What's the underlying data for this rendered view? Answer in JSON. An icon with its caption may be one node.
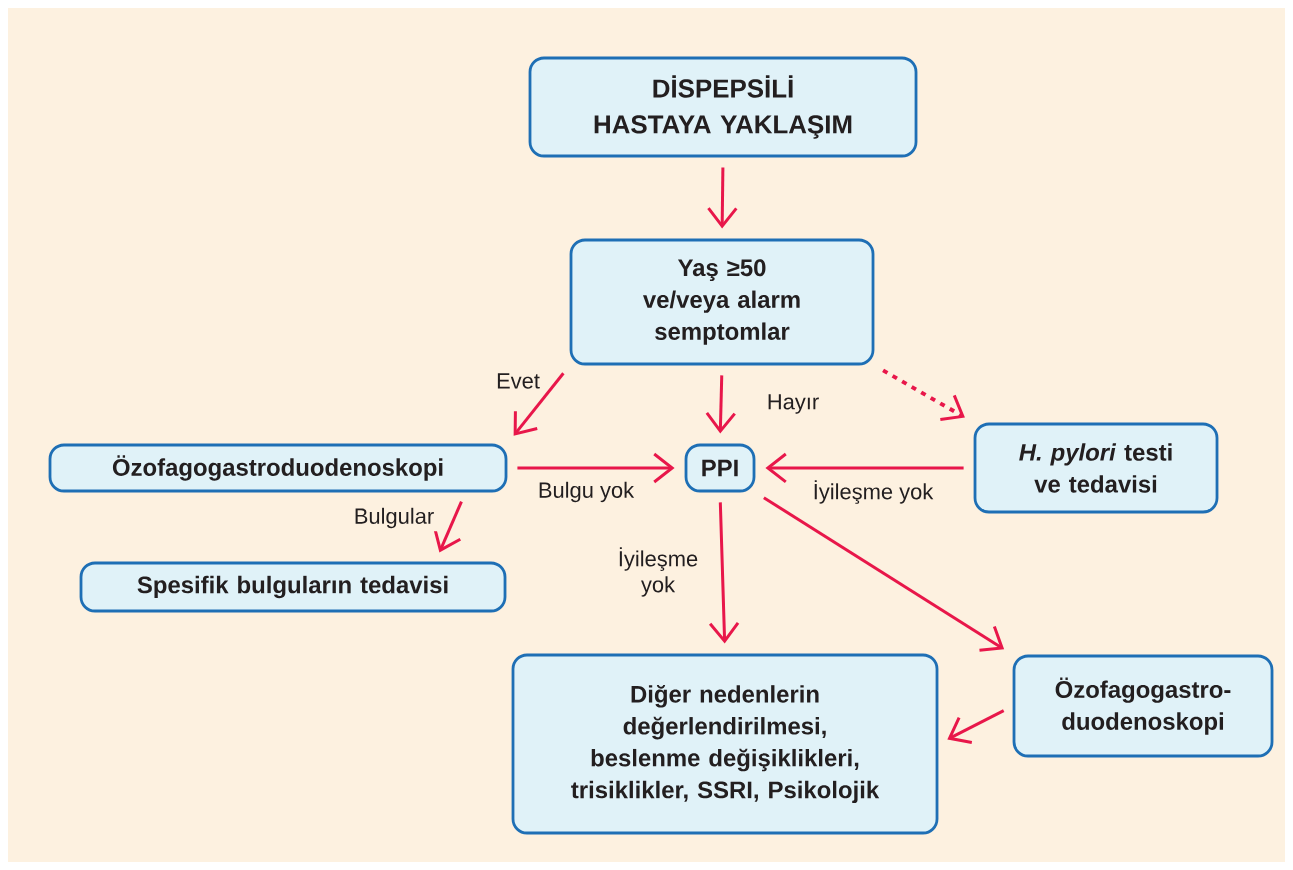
{
  "diagram": {
    "nodes": [
      {
        "text": [
          "DİSPEPSİLİ HASTAYA YAKLAŞIM"
        ]
      },
      {
        "text": [
          "Yaş ≥50 ve/veya alarm semptomlar"
        ]
      },
      {
        "text": [
          "Özofagogastroduodenoskopi"
        ]
      },
      {
        "text": [
          "PPI"
        ]
      },
      {
        "text": [
          "*H. pylori* testi ve tedavisi"
        ]
      },
      {
        "text": [
          "Spesifik bulguların tedavisi"
        ]
      },
      {
        "text": [
          "Diğer nedenlerin değerlendirilmesi, beslenme değişiklikleri, trisiklikler, SSRI, Psikolojik"
        ]
      },
      {
        "text": [
          "Özofagogastro-duodenoskopi"
        ]
      }
    ],
    "edges": [
      {
        "from": 0,
        "to": 1,
        "arrow": "to"
      },
      {
        "from": 1,
        "to": 2,
        "arrow": "to",
        "label": "Evet"
      },
      {
        "from": 1,
        "to": 3,
        "arrow": "to"
      },
      {
        "from": 1,
        "to": 4,
        "arrow": "to",
        "label": "Hayır",
        "style": "dashed"
      },
      {
        "from": 2,
        "to": 3,
        "arrow": "to",
        "label": "Bulgu yok"
      },
      {
        "from": 4,
        "to": 3,
        "arrow": "to",
        "label": "İyileşme yok"
      },
      {
        "from": 2,
        "to": 5,
        "arrow": "to",
        "label": "Bulgular"
      },
      {
        "from": 3,
        "to": 6,
        "arrow": "to",
        "label": "İyileşme yok"
      },
      {
        "from": 3,
        "to": 7,
        "arrow": "to"
      },
      {
        "from": 7,
        "to": 6,
        "arrow": "to"
      }
    ]
  }
}
